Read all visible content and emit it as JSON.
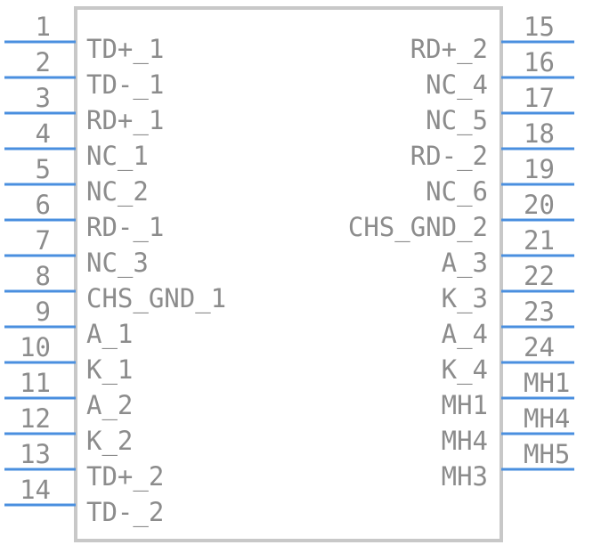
{
  "component": {
    "left_pins": [
      {
        "number": "1",
        "name": "TD+_1"
      },
      {
        "number": "2",
        "name": "TD-_1"
      },
      {
        "number": "3",
        "name": "RD+_1"
      },
      {
        "number": "4",
        "name": "NC_1"
      },
      {
        "number": "5",
        "name": "NC_2"
      },
      {
        "number": "6",
        "name": "RD-_1"
      },
      {
        "number": "7",
        "name": "NC_3"
      },
      {
        "number": "8",
        "name": "CHS_GND_1"
      },
      {
        "number": "9",
        "name": "A_1"
      },
      {
        "number": "10",
        "name": "K_1"
      },
      {
        "number": "11",
        "name": "A_2"
      },
      {
        "number": "12",
        "name": "K_2"
      },
      {
        "number": "13",
        "name": "TD+_2"
      },
      {
        "number": "14",
        "name": "TD-_2"
      }
    ],
    "right_pins": [
      {
        "number": "15",
        "name": "RD+_2"
      },
      {
        "number": "16",
        "name": "NC_4"
      },
      {
        "number": "17",
        "name": "NC_5"
      },
      {
        "number": "18",
        "name": "RD-_2"
      },
      {
        "number": "19",
        "name": "NC_6"
      },
      {
        "number": "20",
        "name": "CHS_GND_2"
      },
      {
        "number": "21",
        "name": "A_3"
      },
      {
        "number": "22",
        "name": "K_3"
      },
      {
        "number": "23",
        "name": "A_4"
      },
      {
        "number": "24",
        "name": "K_4"
      },
      {
        "number": "MH1",
        "name": "MH1"
      },
      {
        "number": "MH4",
        "name": "MH4"
      },
      {
        "number": "MH5",
        "name": "MH3"
      }
    ]
  },
  "colors": {
    "pin_line": "#4a8fdf",
    "body_outline": "#c8c8c8",
    "text": "#8c8c8c"
  }
}
